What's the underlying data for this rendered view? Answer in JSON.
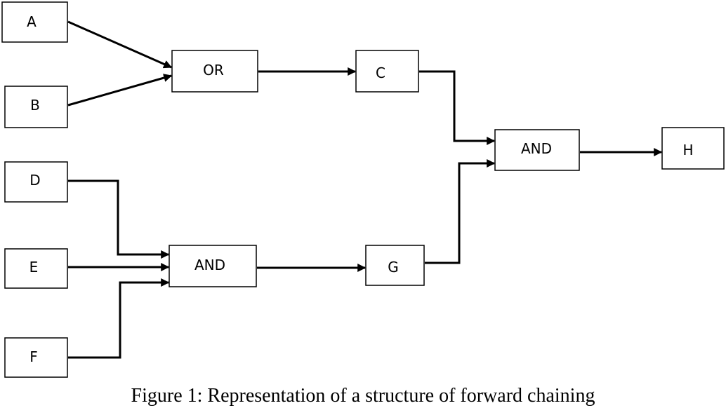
{
  "diagram": {
    "nodes": {
      "a": "A",
      "b": "B",
      "or": "OR",
      "c": "C",
      "d": "D",
      "e": "E",
      "f": "F",
      "and_dfe": "AND",
      "g": "G",
      "and_cg": "AND",
      "h": "H"
    }
  },
  "caption": "Figure 1: Representation of a structure of forward chaining"
}
